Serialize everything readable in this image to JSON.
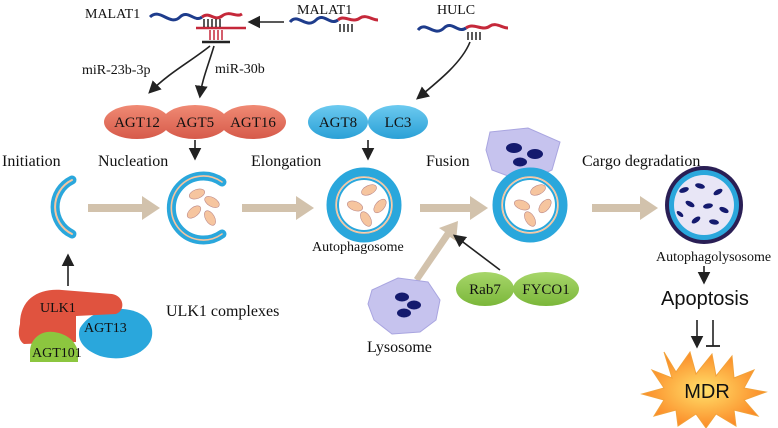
{
  "rna": {
    "malat1_top": "MALAT1",
    "malat1_left": "MALAT1",
    "hulc": "HULC",
    "mir23": "miR-23b-3p",
    "mir30": "miR-30b"
  },
  "proteins": {
    "agt12": "AGT12",
    "agt5": "AGT5",
    "agt16": "AGT16",
    "agt8": "AGT8",
    "lc3": "LC3",
    "rab7": "Rab7",
    "fyco1": "FYCO1"
  },
  "stages": {
    "initiation": "Initiation",
    "nucleation": "Nucleation",
    "elongation": "Elongation",
    "fusion": "Fusion",
    "cargo": "Cargo degradation"
  },
  "structures": {
    "autophagosome": "Autophagosome",
    "lysosome": "Lysosome",
    "autophagolysosome": "Autophagolysosome"
  },
  "ulk": {
    "ulk1": "ULK1",
    "agt13": "AGT13",
    "agt101": "AGT101",
    "complex": "ULK1 complexes"
  },
  "outcome": {
    "apoptosis": "Apoptosis",
    "mdr": "MDR"
  },
  "colors": {
    "membrane_blue": "#2aa7dc",
    "cargo_peach": "#f6c59f",
    "agt_red": "#e36b5a",
    "lc3_blue": "#3bb2e4",
    "rab_green": "#8cc63f",
    "lysosome_purple": "#c6c3ee",
    "dot_navy": "#141a6e",
    "flow_tan": "#d2c2ac",
    "mdr_orange": "#fb7a1b",
    "rna_red": "#c5283a",
    "rna_blue": "#1e3c8c"
  }
}
